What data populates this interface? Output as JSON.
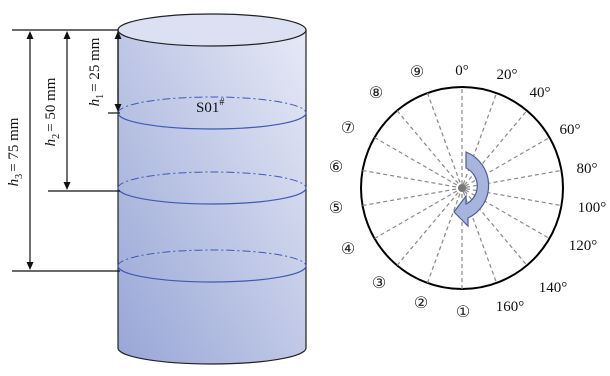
{
  "sample_label": "S01",
  "sample_mark": "#",
  "dimensions": [
    {
      "symbol": "h",
      "sub": "1",
      "value": "= 25 mm"
    },
    {
      "symbol": "h",
      "sub": "2",
      "value": "= 50 mm"
    },
    {
      "symbol": "h",
      "sub": "3",
      "value": "= 75 mm"
    }
  ],
  "angles": [
    "0°",
    "20°",
    "40°",
    "60°",
    "80°",
    "100°",
    "120°",
    "140°",
    "160°"
  ],
  "circled_numbers": [
    "⑨",
    "⑧",
    "⑦",
    "⑥",
    "⑤",
    "④",
    "③",
    "②",
    "①"
  ],
  "colors": {
    "cylinder_top": "#dbe0f2",
    "cylinder_body_light": "#e6e9f6",
    "cylinder_body_dark": "#98a6d6",
    "slice_line": "#3d5ab6",
    "arrow_fill": "#a7b5dd",
    "arrow_stroke": "#4d5e9a"
  }
}
